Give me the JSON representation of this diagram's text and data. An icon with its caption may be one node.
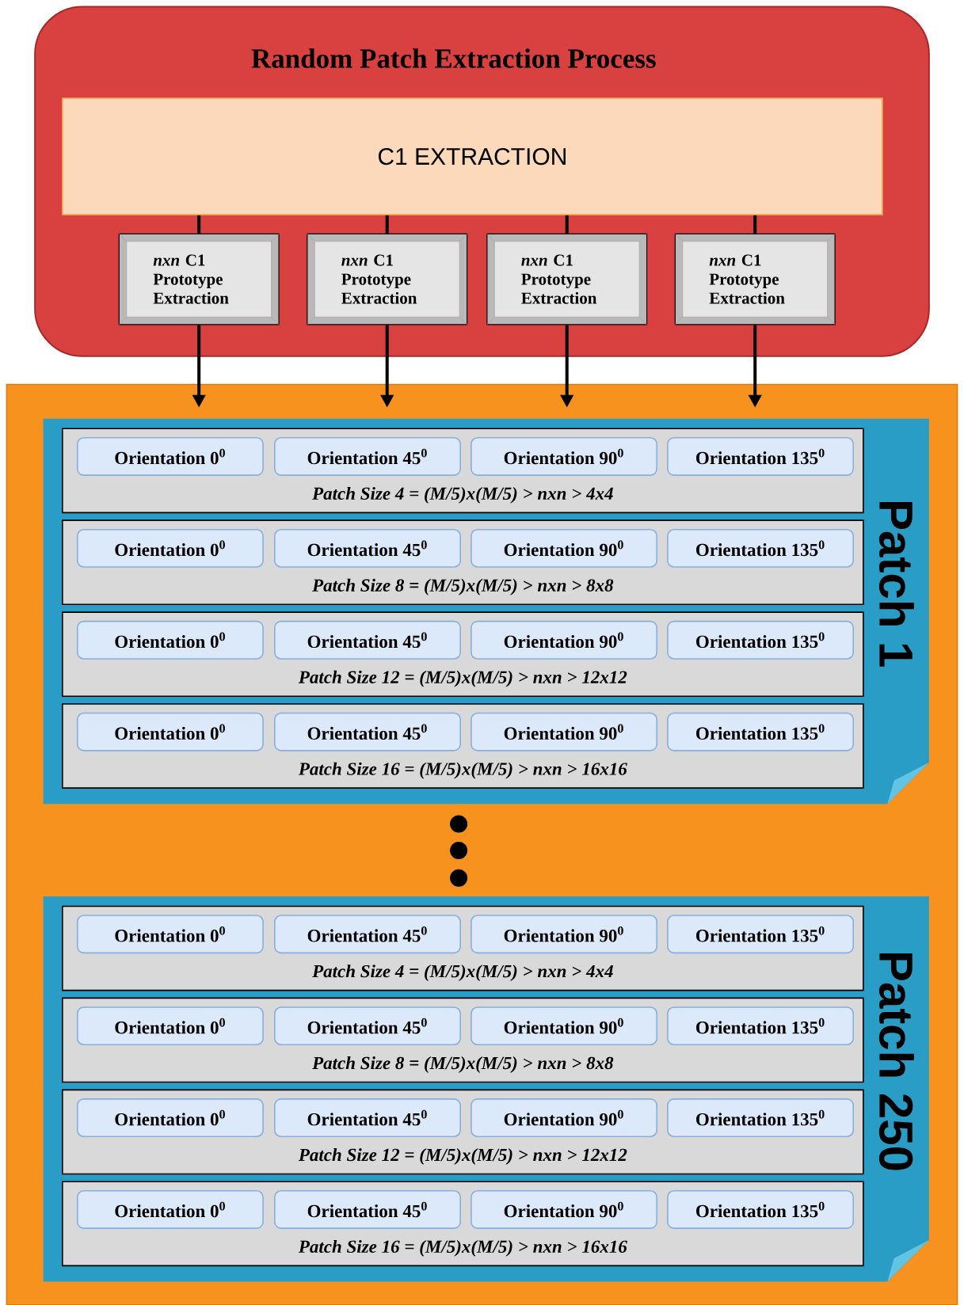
{
  "diagram": {
    "nodes": [
      {
        "text": [
          "Random Patch Extraction Process"
        ]
      },
      {
        "text": [
          "C1  EXTRACTION"
        ],
        "in": 0
      },
      {
        "text": [
          "*nxn* C1 Prototype Extraction"
        ],
        "in": 0
      },
      {
        "text": [
          "*nxn* C1 Prototype Extraction"
        ],
        "in": 0
      },
      {
        "text": [
          "*nxn* C1 Prototype Extraction"
        ],
        "in": 0
      },
      {
        "text": [
          "*nxn* C1 Prototype Extraction"
        ],
        "in": 0
      },
      {
        "text": [],
        "shape": "box"
      },
      {
        "text": [
          "Patch 1"
        ],
        "in": 6
      },
      {
        "text": [
          "Patch Size 4 = (M/5)x(M/5) > nxn > 4x4"
        ],
        "in": 7
      },
      {
        "text": [
          "Orientation 0$^{0}$"
        ],
        "in": 8
      },
      {
        "text": [
          "Orientation 45$^{0}$"
        ],
        "in": 8
      },
      {
        "text": [
          "Orientation 90$^{0}$"
        ],
        "in": 8
      },
      {
        "text": [
          "Orientation 135$^{0}$"
        ],
        "in": 8
      },
      {
        "text": [
          "Patch Size 8 = (M/5)x(M/5) > nxn > 8x8"
        ],
        "in": 7
      },
      {
        "text": [
          "Orientation 0$^{0}$"
        ],
        "in": 13
      },
      {
        "text": [
          "Orientation 45$^{0}$"
        ],
        "in": 13
      },
      {
        "text": [
          "Orientation 90$^{0}$"
        ],
        "in": 13
      },
      {
        "text": [
          "Orientation 135$^{0}$"
        ],
        "in": 13
      },
      {
        "text": [
          "Patch Size 12 = (M/5)x(M/5) > nxn > 12x12"
        ],
        "in": 7
      },
      {
        "text": [
          "Orientation 0$^{0}$"
        ],
        "in": 18
      },
      {
        "text": [
          "Orientation 45$^{0}$"
        ],
        "in": 18
      },
      {
        "text": [
          "Orientation 90$^{0}$"
        ],
        "in": 18
      },
      {
        "text": [
          "Orientation 135$^{0}$"
        ],
        "in": 18
      },
      {
        "text": [
          "Patch Size 16 = (M/5)x(M/5) > nxn > 16x16"
        ],
        "in": 7
      },
      {
        "text": [
          "Orientation 0$^{0}$"
        ],
        "in": 23
      },
      {
        "text": [
          "Orientation 45$^{0}$"
        ],
        "in": 23
      },
      {
        "text": [
          "Orientation 90$^{0}$"
        ],
        "in": 23
      },
      {
        "text": [
          "Orientation 135$^{0}$"
        ],
        "in": 23
      },
      {
        "text": [
          "Patch 250"
        ],
        "in": 6
      },
      {
        "text": [
          "Patch Size 4 = (M/5)x(M/5) > nxn > 4x4"
        ],
        "in": 28
      },
      {
        "text": [
          "Orientation 0$^{0}$"
        ],
        "in": 29
      },
      {
        "text": [
          "Orientation 45$^{0}$"
        ],
        "in": 29
      },
      {
        "text": [
          "Orientation 90$^{0}$"
        ],
        "in": 29
      },
      {
        "text": [
          "Orientation 135$^{0}$"
        ],
        "in": 29
      },
      {
        "text": [
          "Patch Size 8 = (M/5)x(M/5) > nxn > 8x8"
        ],
        "in": 28
      },
      {
        "text": [
          "Orientation 0$^{0}$"
        ],
        "in": 34
      },
      {
        "text": [
          "Orientation 45$^{0}$"
        ],
        "in": 34
      },
      {
        "text": [
          "Orientation 90$^{0}$"
        ],
        "in": 34
      },
      {
        "text": [
          "Orientation 135$^{0}$"
        ],
        "in": 34
      },
      {
        "text": [
          "Patch Size 12 = (M/5)x(M/5) > nxn > 12x12"
        ],
        "in": 28
      },
      {
        "text": [
          "Orientation 0$^{0}$"
        ],
        "in": 39
      },
      {
        "text": [
          "Orientation 45$^{0}$"
        ],
        "in": 39
      },
      {
        "text": [
          "Orientation 90$^{0}$"
        ],
        "in": 39
      },
      {
        "text": [
          "Orientation 135$^{0}$"
        ],
        "in": 39
      },
      {
        "text": [
          "Patch Size 16 = (M/5)x(M/5) > nxn > 16x16"
        ],
        "in": 28
      },
      {
        "text": [
          "Orientation 0$^{0}$"
        ],
        "in": 44
      },
      {
        "text": [
          "Orientation 45$^{0}$"
        ],
        "in": 44
      },
      {
        "text": [
          "Orientation 90$^{0}$"
        ],
        "in": 44
      },
      {
        "text": [
          "Orientation 135$^{0}$"
        ],
        "in": 44
      }
    ],
    "edges": [
      {
        "from": 1,
        "to": 2,
        "arrow": "none"
      },
      {
        "from": 1,
        "to": 3,
        "arrow": "none"
      },
      {
        "from": 1,
        "to": 4,
        "arrow": "none"
      },
      {
        "from": 1,
        "to": 5,
        "arrow": "none"
      },
      {
        "from": 2,
        "to": 6,
        "arrow": "to"
      },
      {
        "from": 3,
        "to": 6,
        "arrow": "to"
      },
      {
        "from": 4,
        "to": 6,
        "arrow": "to"
      },
      {
        "from": 5,
        "to": 6,
        "arrow": "to"
      }
    ]
  }
}
